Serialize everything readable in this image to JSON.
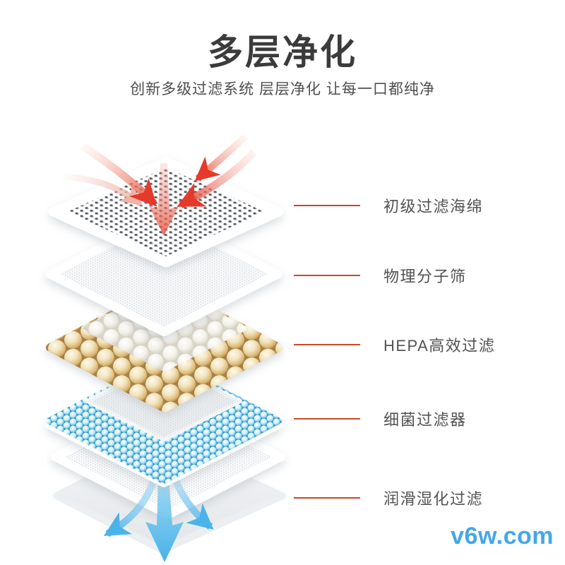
{
  "header": {
    "title": "多层净化",
    "subtitle": "创新多级过滤系统 层层净化 让每一口都纯净"
  },
  "diagram": {
    "description_icons": {
      "inflow": "red-converging-down-arrows-icon",
      "outflow": "blue-spreading-down-arrows-icon"
    },
    "colors": {
      "accent_line": "#c7492b",
      "inflow_arrow": "#e5392b",
      "outflow_arrow": "#45b1e9",
      "gold_bead": "#dcba76",
      "blue_bead": "#2d9fd2"
    },
    "layers": [
      {
        "label": "初级过滤海绵"
      },
      {
        "label": "物理分子筛"
      },
      {
        "label": "HEPA高效过滤"
      },
      {
        "label": "细菌过滤器"
      },
      {
        "label": "润滑湿化过滤"
      }
    ]
  },
  "watermark": {
    "text": "v6w.com",
    "color": "#43a7ea"
  }
}
